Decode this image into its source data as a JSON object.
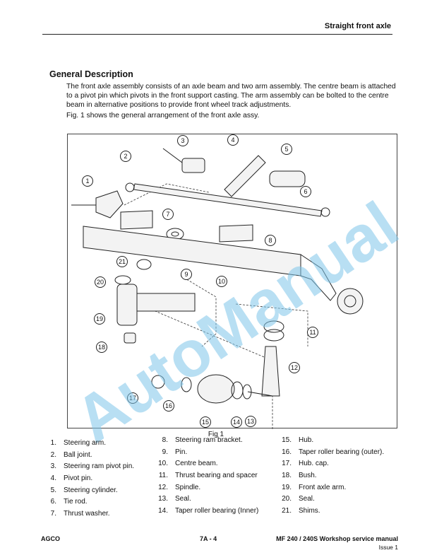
{
  "header": {
    "title": "Straight front axle"
  },
  "section": {
    "title": "General Description",
    "intro": "The front axle assembly  consists of an axle beam and two arm assembly. The centre beam is attached to a pivot pin which pivots in the front support casting. The arm assembly  can be bolted to the centre beam in alternative positions to provide front wheel track adjustments.",
    "fig_ref": "Fig. 1  shows the general arrangement of the front axle assy."
  },
  "figure": {
    "caption": "Fig 1",
    "callouts": [
      "1",
      "2",
      "3",
      "4",
      "5",
      "6",
      "7",
      "8",
      "9",
      "10",
      "11",
      "12",
      "13",
      "14",
      "15",
      "16",
      "17",
      "18",
      "19",
      "20",
      "21"
    ]
  },
  "legend": [
    [
      {
        "num": "1.",
        "text": "Steering arm."
      },
      {
        "num": "2.",
        "text": "Ball joint."
      },
      {
        "num": "3.",
        "text": "Steering ram pivot pin."
      },
      {
        "num": "4.",
        "text": "Pivot pin."
      },
      {
        "num": "5.",
        "text": "Steering cylinder."
      },
      {
        "num": "6.",
        "text": "Tie rod."
      },
      {
        "num": "7.",
        "text": "Thrust washer."
      }
    ],
    [
      {
        "num": "8.",
        "text": "Steering ram bracket."
      },
      {
        "num": "9.",
        "text": "Pin."
      },
      {
        "num": "10.",
        "text": "Centre beam."
      },
      {
        "num": "11.",
        "text": "Thrust bearing and spacer"
      },
      {
        "num": "12.",
        "text": "Spindle."
      },
      {
        "num": "13.",
        "text": "Seal."
      },
      {
        "num": "14.",
        "text": "Taper roller bearing (Inner)"
      }
    ],
    [
      {
        "num": "15.",
        "text": "Hub."
      },
      {
        "num": "16.",
        "text": "Taper roller bearing (outer)."
      },
      {
        "num": "17.",
        "text": "Hub. cap."
      },
      {
        "num": "18.",
        "text": "Bush."
      },
      {
        "num": "19.",
        "text": "Front axle arm."
      },
      {
        "num": "20.",
        "text": "Seal."
      },
      {
        "num": "21.",
        "text": "Shims."
      }
    ]
  ],
  "footer": {
    "left": "AGCO",
    "center": "7A - 4",
    "right": "MF 240  / 240S  Workshop service manual",
    "issue": "Issue 1"
  },
  "watermark": "AutoManual",
  "colors": {
    "watermark": "#7fc6ea",
    "text": "#111111"
  }
}
